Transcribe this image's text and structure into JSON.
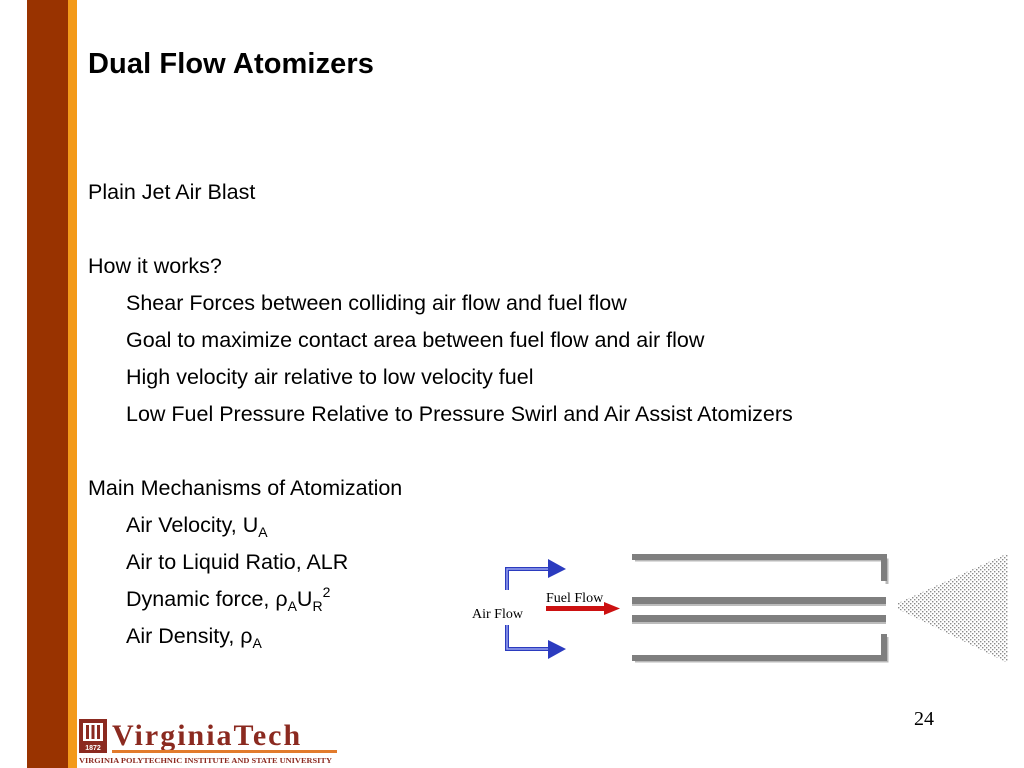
{
  "slide": {
    "title": "Dual Flow Atomizers",
    "page_number": "24",
    "lines": [
      {
        "text": "Plain Jet Air Blast",
        "level": 0
      },
      {
        "text": "How it works?",
        "level": 0
      },
      {
        "text": "Shear Forces between colliding air flow and fuel flow",
        "level": 1
      },
      {
        "text": "Goal to maximize contact area between fuel flow and air flow",
        "level": 1
      },
      {
        "text": "High velocity air relative to low velocity fuel",
        "level": 1
      },
      {
        "text": "Low Fuel Pressure Relative to Pressure Swirl and Air Assist Atomizers",
        "level": 1
      },
      {
        "text": "Main Mechanisms of Atomization",
        "level": 0
      },
      {
        "text": "Air Velocity, U",
        "sub": "A",
        "level": 1
      },
      {
        "text": "Air to Liquid Ratio, ALR",
        "level": 1
      },
      {
        "text": "Dynamic force, ρ",
        "sub1": "A",
        "mid": "U",
        "sub2": "R",
        "sup": "2",
        "level": 1
      },
      {
        "text": "Air Density, ρ",
        "sub": "A",
        "level": 1
      }
    ]
  },
  "diagram": {
    "fuel_flow_label": "Fuel Flow",
    "air_flow_label": "Air Flow",
    "colors": {
      "air_arrow": "#2b3bbf",
      "fuel_arrow": "#cc1111",
      "nozzle_wall": "#7f7f7f",
      "spray": "#8a8a8a"
    }
  },
  "logo": {
    "wordmark": "VirginiaTech",
    "tagline": "VIRGINIA POLYTECHNIC INSTITUTE AND STATE UNIVERSITY",
    "year": "1872",
    "colors": {
      "maroon": "#8b2a20",
      "accent": "#e27b2c"
    }
  },
  "theme": {
    "side_bar_maroon": "#993300",
    "side_bar_orange": "#f39a1a"
  }
}
